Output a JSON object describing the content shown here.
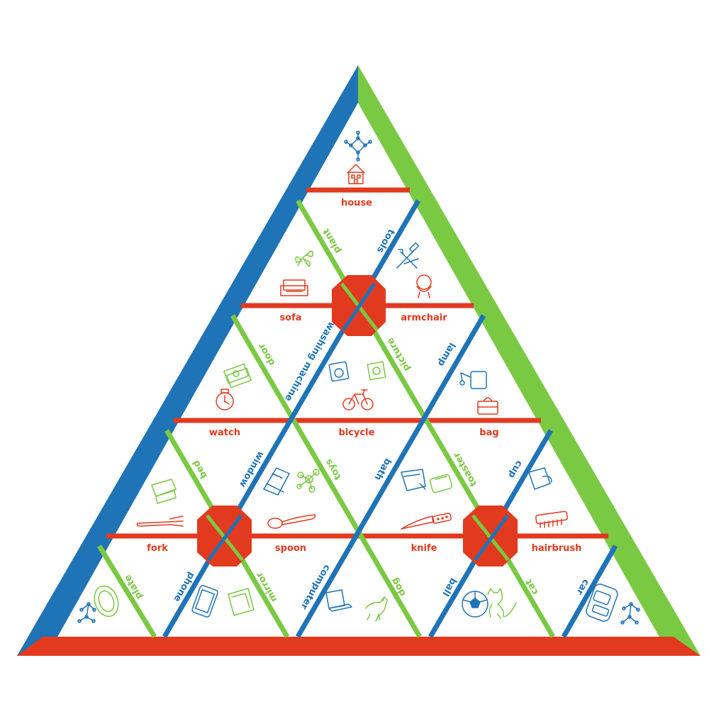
{
  "colors": {
    "red": "#e23a1f",
    "green": "#7ac943",
    "blue": "#1f73b7",
    "background": "#ffffff"
  },
  "horizontal_labels": {
    "house": "house",
    "sofa": "sofa",
    "armchair": "armchair",
    "watch": "watch",
    "bicycle": "bicycle",
    "bag": "bag",
    "fork": "fork",
    "spoon": "spoon",
    "knife": "knife",
    "hairbrush": "hairbrush"
  },
  "green_line_labels": {
    "plant": "plant",
    "door": "door",
    "picture": "picture",
    "bed": "bed",
    "toys": "toys",
    "toaster": "toaster",
    "plate": "plate",
    "mirror": "mirror",
    "dog": "dog",
    "cat": "cat"
  },
  "blue_line_labels": {
    "tools": "tools",
    "washing_machine": "washing machine",
    "lamp": "lamp",
    "window": "window",
    "bath": "bath",
    "cup": "cup",
    "phone": "phone",
    "computer": "computer",
    "ball": "ball",
    "car": "car"
  },
  "icons": [
    {
      "name": "network-icon",
      "color": "blue"
    },
    {
      "name": "house-icon",
      "color": "red"
    },
    {
      "name": "plant-icon",
      "color": "green"
    },
    {
      "name": "tools-icon",
      "color": "blue"
    },
    {
      "name": "sofa-icon",
      "color": "red"
    },
    {
      "name": "armchair-icon",
      "color": "red"
    },
    {
      "name": "door-icon",
      "color": "green"
    },
    {
      "name": "washing-machine-icon",
      "color": "blue"
    },
    {
      "name": "picture-icon",
      "color": "green"
    },
    {
      "name": "lamp-icon",
      "color": "blue"
    },
    {
      "name": "watch-icon",
      "color": "red"
    },
    {
      "name": "bicycle-icon",
      "color": "red"
    },
    {
      "name": "bag-icon",
      "color": "red"
    },
    {
      "name": "bed-icon",
      "color": "green"
    },
    {
      "name": "window-icon",
      "color": "blue"
    },
    {
      "name": "toys-icon",
      "color": "green"
    },
    {
      "name": "bath-icon",
      "color": "blue"
    },
    {
      "name": "toaster-icon",
      "color": "green"
    },
    {
      "name": "cup-icon",
      "color": "blue"
    },
    {
      "name": "fork-icon",
      "color": "red"
    },
    {
      "name": "spoon-icon",
      "color": "red"
    },
    {
      "name": "knife-icon",
      "color": "red"
    },
    {
      "name": "hairbrush-icon",
      "color": "red"
    },
    {
      "name": "plate-icon",
      "color": "green"
    },
    {
      "name": "phone-icon",
      "color": "blue"
    },
    {
      "name": "mirror-icon",
      "color": "green"
    },
    {
      "name": "computer-icon",
      "color": "blue"
    },
    {
      "name": "dog-icon",
      "color": "green"
    },
    {
      "name": "ball-icon",
      "color": "blue"
    },
    {
      "name": "cat-icon",
      "color": "green"
    },
    {
      "name": "car-icon",
      "color": "blue"
    }
  ]
}
